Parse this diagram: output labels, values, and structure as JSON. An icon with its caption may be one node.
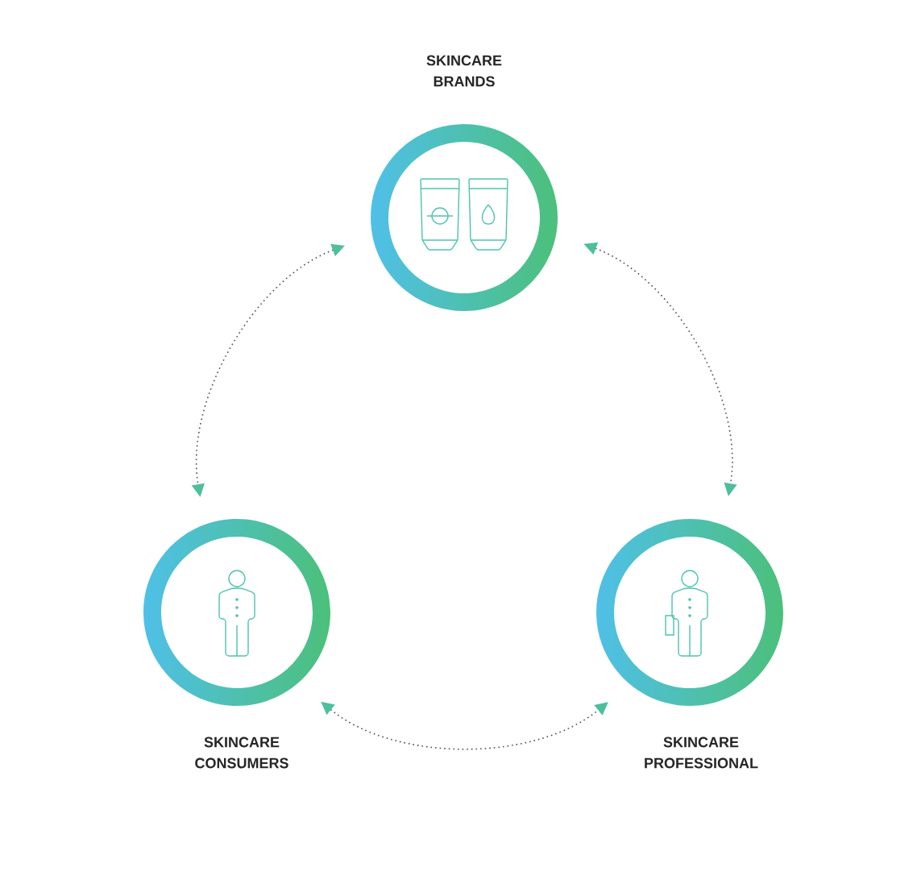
{
  "diagram": {
    "nodes": [
      {
        "text": [
          "SKINCARE BRANDS"
        ]
      },
      {
        "text": [
          "SKINCARE CONSUMERS"
        ]
      },
      {
        "text": [
          "SKINCARE PROFESSIONAL"
        ]
      }
    ],
    "edges": [
      {
        "from": 0,
        "to": 1,
        "arrow": "both"
      },
      {
        "from": 1,
        "to": 2,
        "arrow": "both"
      },
      {
        "from": 0,
        "to": 2,
        "arrow": "both"
      }
    ]
  }
}
